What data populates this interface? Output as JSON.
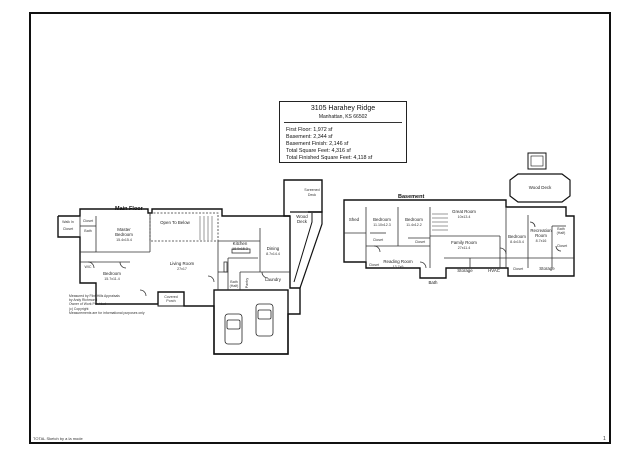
{
  "info": {
    "address": "3105 Harahey Ridge",
    "city": "Manhattan, KS 66502",
    "lines": [
      "First Floor: 1,972 sf",
      "Basement: 2,344 sf",
      "Basement Finish: 2,146 sf",
      "Total Square Feet: 4,316 sf",
      "Total Finished Square Feet: 4,118 sf"
    ]
  },
  "main_floor": {
    "heading": "Main Floor",
    "rooms": {
      "walk_in_closet": [
        "Walk In",
        "Closet"
      ],
      "bath1": "Bath",
      "master_closet": "Closet",
      "master_bedroom": [
        "Master",
        "Bedroom",
        "15.4x15.4"
      ],
      "open_below": "Open To Below",
      "kitchen": [
        "Kitchen",
        "18.0x15.3"
      ],
      "dining": [
        "Dining",
        "8.7x14.4"
      ],
      "wood_deck": [
        "Wood",
        "Deck"
      ],
      "screened_deck": [
        "Screened",
        "Deck"
      ],
      "wic": "WIC",
      "bedroom": [
        "Bedroom",
        "15.7x11.4"
      ],
      "living_room": [
        "Living Room",
        "27x17"
      ],
      "pantry": "Pantry",
      "bath2": [
        "Bath",
        "(Half)"
      ],
      "laundry": "Laundry",
      "covered_porch": [
        "Covered",
        "Porch"
      ]
    },
    "notes": [
      "Measured by Flint Hills Appraisals",
      "by Andy Richmond",
      "Owner of Work Provided",
      "(c) Copyright",
      "Measurements are for informational purposes only"
    ]
  },
  "basement": {
    "heading": "Basement",
    "rooms": {
      "shed": "Shed",
      "bedroom_a": [
        "Bedroom",
        "11.10x12.3"
      ],
      "bedroom_b": [
        "Bedroom",
        "11.4x12.2"
      ],
      "great_room": [
        "Great Room",
        "10x13.4"
      ],
      "family_room": [
        "Family Room",
        "27x11.4"
      ],
      "bedroom_c": [
        "Bedroom",
        "8.4x15.4"
      ],
      "recreation_room": [
        "Recreation",
        "Room",
        "8.7x16"
      ],
      "bath_half": [
        "Bath",
        "(Half)"
      ],
      "closet_shed": "Closet",
      "closet_a": "Closet",
      "closet_b": "Closet",
      "reading_room": [
        "Reading Room",
        "13.7x9"
      ],
      "storage1": "Storage",
      "hvac": "HVAC",
      "closet_c": "Closet",
      "storage2": "Storage",
      "closet_d": "Closet",
      "bath_b": "Bath",
      "wood_deck": "Wood Deck"
    }
  },
  "footer": "TOTAL Sketch by a la mode",
  "page_number": "1"
}
